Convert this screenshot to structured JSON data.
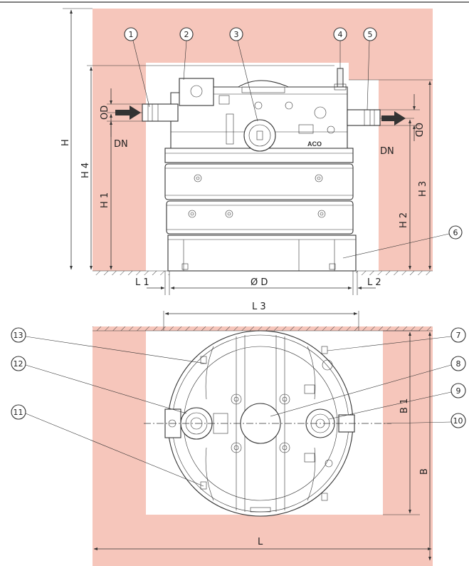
{
  "colors": {
    "pit_fill": "#f6c6bb",
    "line": "#333333",
    "arrow": "#333333"
  },
  "side_view": {
    "dimensions": {
      "H": "H",
      "H4": "H 4",
      "H1": "H 1",
      "H2": "H 2",
      "H3": "H 3",
      "OD_inlet": "OD",
      "OD_outlet": "OD",
      "DN_inlet": "DN",
      "DN_outlet": "DN",
      "L1": "L 1",
      "L2": "L 2",
      "OD_base": "Ø D"
    },
    "brand": "ACO",
    "callouts": [
      "1",
      "2",
      "3",
      "4",
      "5",
      "6"
    ]
  },
  "top_view": {
    "dimensions": {
      "L3": "L 3",
      "B1": "B 1",
      "B": "B",
      "L": "L"
    },
    "callouts": [
      "7",
      "8",
      "9",
      "10",
      "11",
      "12",
      "13"
    ]
  }
}
